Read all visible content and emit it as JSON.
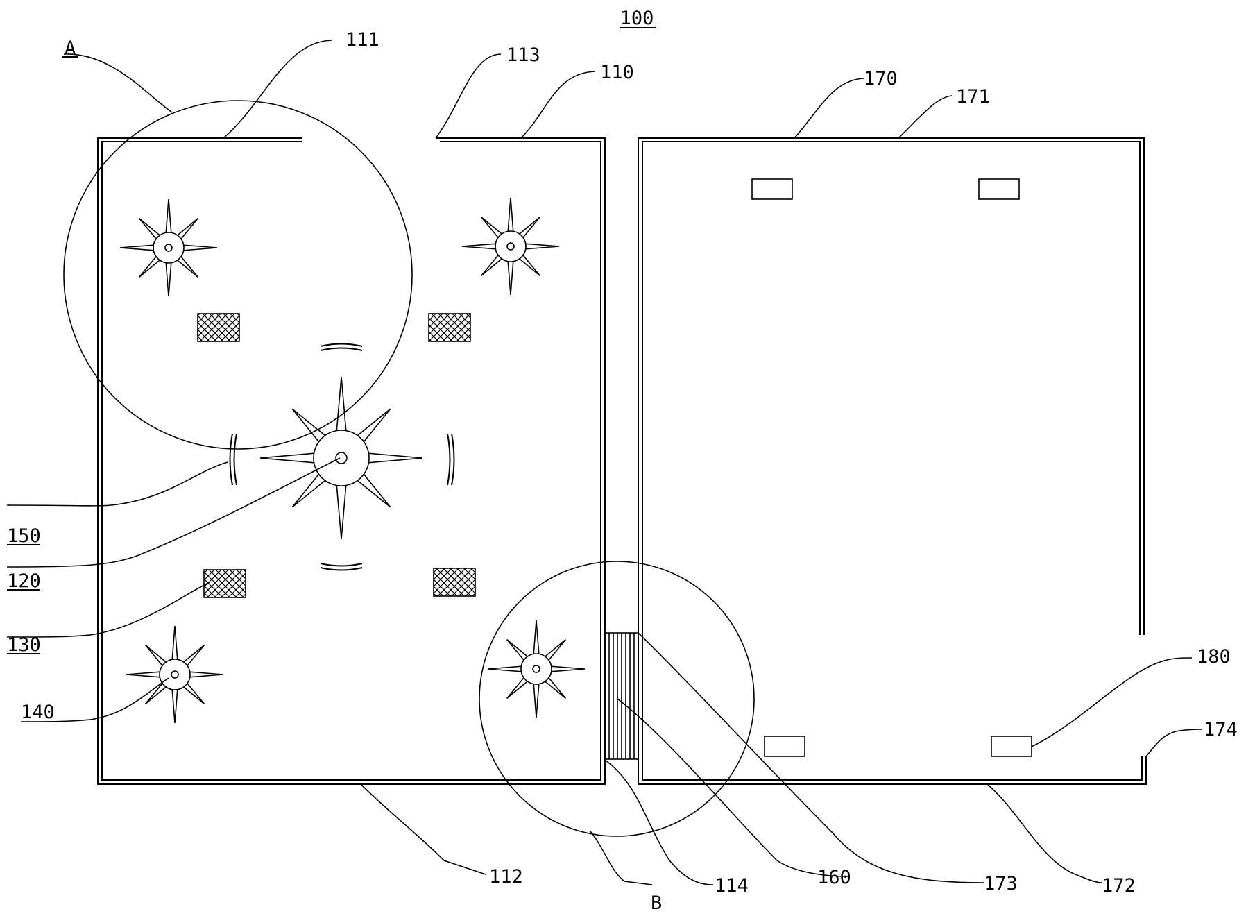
{
  "figure_number": "100",
  "labels": {
    "A": "A",
    "B": "B",
    "l110": "110",
    "l111": "111",
    "l112": "112",
    "l113": "113",
    "l114": "114",
    "l120": "120",
    "l130": "130",
    "l140": "140",
    "l150": "150",
    "l160": "160",
    "l170": "170",
    "l171": "171",
    "l172": "172",
    "l173": "173",
    "l174": "174",
    "l180": "180"
  }
}
